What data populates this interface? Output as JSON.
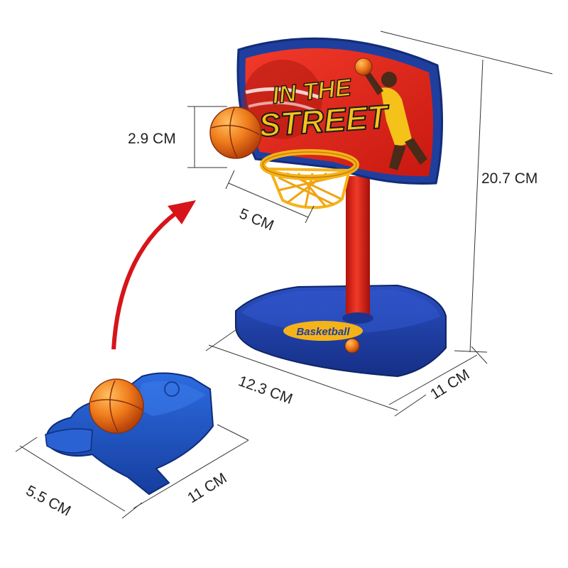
{
  "backboard": {
    "line1": "IN THE",
    "line2": "STREET"
  },
  "base": {
    "label": "Basketball"
  },
  "dimensions": {
    "ball_diameter": "2.9 CM",
    "hoop_width": "5 CM",
    "total_height": "20.7 CM",
    "base_length": "12.3 CM",
    "base_depth": "11 CM",
    "launcher_width": "5.5 CM",
    "launcher_length": "11 CM"
  },
  "colors": {
    "backboard_red": "#e2231a",
    "frame_blue": "#1f3f9e",
    "pole_red": "#e5241c",
    "rim_yellow": "#f5b31a",
    "ball_orange": "#f07c1c",
    "launcher_blue": "#1e5bc6",
    "arrow_red": "#d7141a"
  }
}
